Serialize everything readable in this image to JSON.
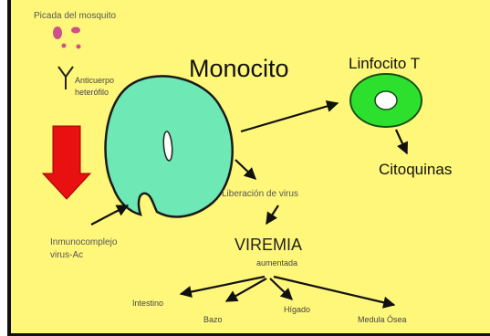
{
  "diagram": {
    "mosquito_bite": "Picada del mosquito",
    "antibody_label": "Anticuerpo\nheterófilo",
    "monocyte": "Monocito",
    "lymphocyte": "Linfocito T",
    "cytokines": "Citoquinas",
    "virus_release": "Liberación de virus",
    "viremia": "VIREMIA",
    "viremia_sub": "aumentada",
    "immunocomplex": "Inmunocomplejo\nvirus-Ac",
    "targets": [
      "Intestino",
      "Bazo",
      "Hígado",
      "Medula Ósea"
    ]
  },
  "colors": {
    "background": "#fff77a",
    "monocyte_fill": "#6ee8b4",
    "lymphocyte_fill": "#2ee02e",
    "down_arrow": "#e81010",
    "mosquito_drops": "#d0508a"
  }
}
